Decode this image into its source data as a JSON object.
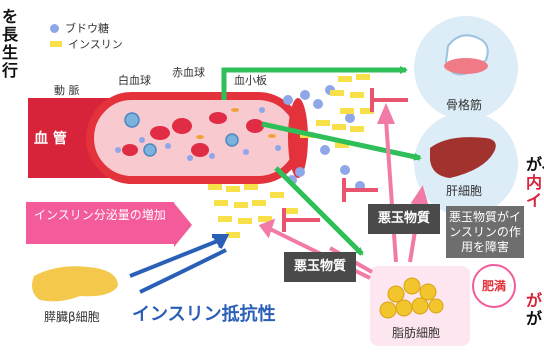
{
  "legend": {
    "glucose": "ブドウ糖",
    "insulin": "インスリン"
  },
  "labels": {
    "artery": "動 脈",
    "vessel": "血 管",
    "wbc": "白血球",
    "rbc": "赤血球",
    "platelet": "血小板",
    "muscle": "骨格筋",
    "liver": "肝細胞",
    "fat": "脂肪細胞",
    "obesity": "肥満",
    "pancreas": "膵臓β細胞",
    "resistance": "インスリン抵抗性",
    "insulin_increase": "インスリン分泌量の増加",
    "bad_substance_1": "悪玉物質",
    "bad_substance_2": "悪玉物質",
    "bad_effect": "悪玉物質がインスリンの作用を障害"
  },
  "edge_text": {
    "left_top": [
      "を",
      "長",
      "生",
      "行"
    ],
    "right_mid": [
      "が、",
      "内",
      "イ"
    ],
    "right_bottom": [
      "が",
      "が"
    ]
  },
  "colors": {
    "glucose": "#8fa6e8",
    "insulin": "#f7e04a",
    "vessel": "#e4323c",
    "arrow_green": "#2fbf58",
    "arrow_pink": "#f27aa6",
    "inhibit_red": "#e9546e",
    "arrow_blue": "#2a5fb8"
  }
}
